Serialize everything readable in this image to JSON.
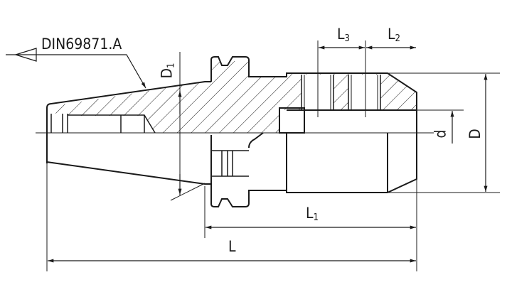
{
  "drawing": {
    "reference_label": "DIN69871.A",
    "dimensions": {
      "L": {
        "main": "L",
        "sub": ""
      },
      "L1": {
        "main": "L",
        "sub": "1"
      },
      "L2": {
        "main": "L",
        "sub": "2"
      },
      "L3": {
        "main": "L",
        "sub": "3"
      },
      "D": {
        "main": "D",
        "sub": ""
      },
      "D1": {
        "main": "D",
        "sub": "1"
      },
      "d": {
        "main": "d",
        "sub": ""
      }
    },
    "colors": {
      "line": "#1a1a1a",
      "background": "#ffffff"
    }
  }
}
